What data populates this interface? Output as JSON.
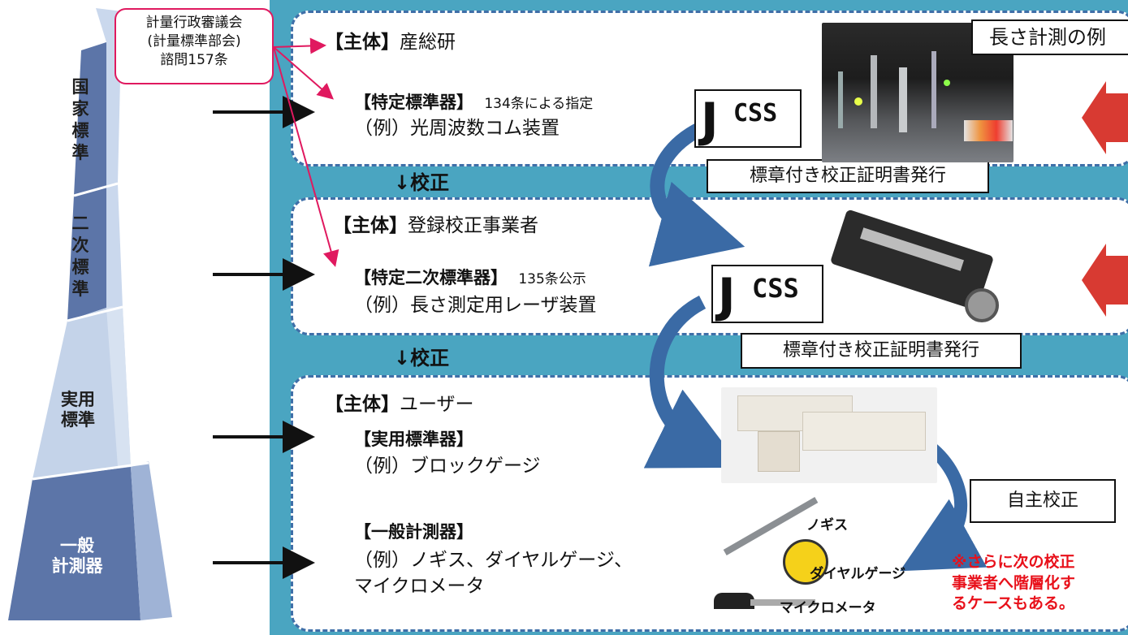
{
  "callout": {
    "lines": [
      "計量行政審議会",
      "(計量標準部会)",
      "諮問157条"
    ]
  },
  "pyramid": {
    "national": "国家標準",
    "secondary": "二次標準",
    "practical_1": "実用",
    "practical_2": "標準",
    "general_1": "一般",
    "general_2": "計測器"
  },
  "tier1": {
    "entity_tag": "【主体】",
    "entity_name": "産総研",
    "std_tag": "【特定標準器】",
    "std_note": "134条による指定",
    "example": "（例）光周波数コム装置"
  },
  "calibrate_1": "↓校正",
  "tier2": {
    "entity_tag": "【主体】",
    "entity_name": "登録校正事業者",
    "std_tag": "【特定二次標準器】",
    "std_note": "135条公示",
    "example": "（例）長さ測定用レーザ装置"
  },
  "calibrate_2": "↓校正",
  "tier3": {
    "entity_tag": "【主体】",
    "entity_name": "ユーザー",
    "std_tag": "【実用標準器】",
    "example": "（例）ブロックゲージ",
    "general_tag": "【一般計測器】",
    "general_example_1": "（例）ノギス、ダイヤルゲージ、",
    "general_example_2": "マイクロメータ"
  },
  "jcss_1": "CSS",
  "jcss_2": "CSS",
  "cert_1": "標章付き校正証明書発行",
  "cert_2": "標章付き校正証明書発行",
  "title_box": "長さ計測の例",
  "self_calibration": "自主校正",
  "tools": {
    "caliper": "ノギス",
    "dial_gauge": "ダイヤルゲージ",
    "micrometer": "マイクロメータ"
  },
  "note": {
    "line1": "※さらに次の校正",
    "line2": "事業者へ階層化す",
    "line3": "るケースもある。"
  },
  "colors": {
    "panel": "#4aa5c1",
    "tier_border": "#3f6fa8",
    "pyramid_dark": "#5c75a8",
    "pyramid_light": "#c4d3e9",
    "callout_border": "#e0195f",
    "curve_arrow": "#3a6aa5",
    "note_red": "#e8101a"
  }
}
